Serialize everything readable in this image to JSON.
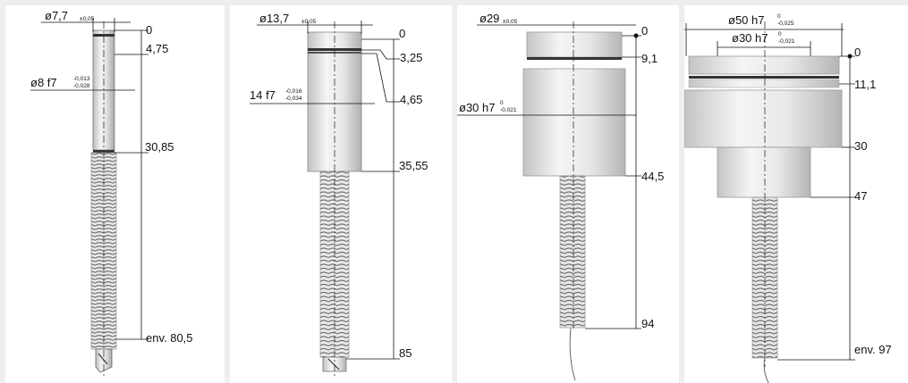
{
  "panels": [
    {
      "diameter_main": "ø7,7",
      "diameter_main_tol": "±0,05",
      "fit_label": "ø8 f7",
      "fit_tol_upper": "-0,013",
      "fit_tol_lower": "-0,028",
      "stations": [
        "0",
        "4,75",
        "30,85",
        "env. 80,5"
      ]
    },
    {
      "diameter_main": "ø13,7",
      "diameter_main_tol": "±0,05",
      "fit_label": "14 f7",
      "fit_tol_upper": "-0,016",
      "fit_tol_lower": "-0,034",
      "stations": [
        "0",
        "3,25",
        "4,65",
        "35,55",
        "85"
      ]
    },
    {
      "diameter_main": "ø29",
      "diameter_main_tol": "±0,05",
      "fit_label": "ø30 h7",
      "fit_tol_upper": "0",
      "fit_tol_lower": "-0,021",
      "stations": [
        "0",
        "9,1",
        "44,5",
        "94"
      ]
    },
    {
      "diameter_main": "ø50 h7",
      "diameter_main_tol_upper": "0",
      "diameter_main_tol_lower": "-0,025",
      "diameter_inner": "ø30 h7",
      "diameter_inner_tol_upper": "0",
      "diameter_inner_tol_lower": "-0,021",
      "stations": [
        "0",
        "11,1",
        "30",
        "47",
        "env. 97"
      ]
    }
  ]
}
